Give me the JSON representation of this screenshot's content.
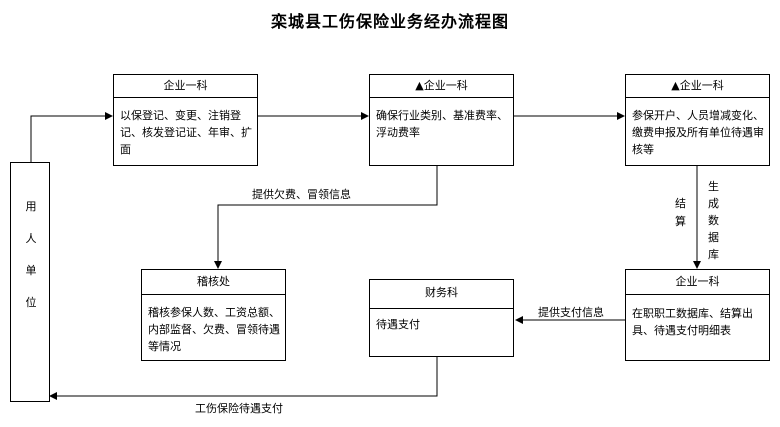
{
  "title": "栾城县工伤保险业务经办流程图",
  "boxes": {
    "registry": {
      "header": "企业一科",
      "body": "以保登记、变更、注销登记、核发登记证、年审、扩面"
    },
    "rating": {
      "header": "▲企业一科",
      "body": "确保行业类别、基准费率、浮动费率"
    },
    "contrib": {
      "header": "▲企业一科",
      "body": "参保开户、人员增减变化、缴费申报及所有单位待遇审核等"
    },
    "audit": {
      "header": "稽核处",
      "body": "稽核参保人数、工资总额、内部监督、欠费、冒领待遇等情况"
    },
    "finance": {
      "header": "财务科",
      "body": "待遇支付"
    },
    "settle": {
      "header": "企业一科",
      "body": "在职职工数据库、结算出具、待遇支付明细表"
    }
  },
  "employer": "用人单位",
  "edge_labels": {
    "to_audit": "提供欠费、冒领信息",
    "settle_left": "结算",
    "settle_right": "生成数据库",
    "to_finance": "提供支付信息",
    "payout": "工伤保险待遇支付"
  }
}
